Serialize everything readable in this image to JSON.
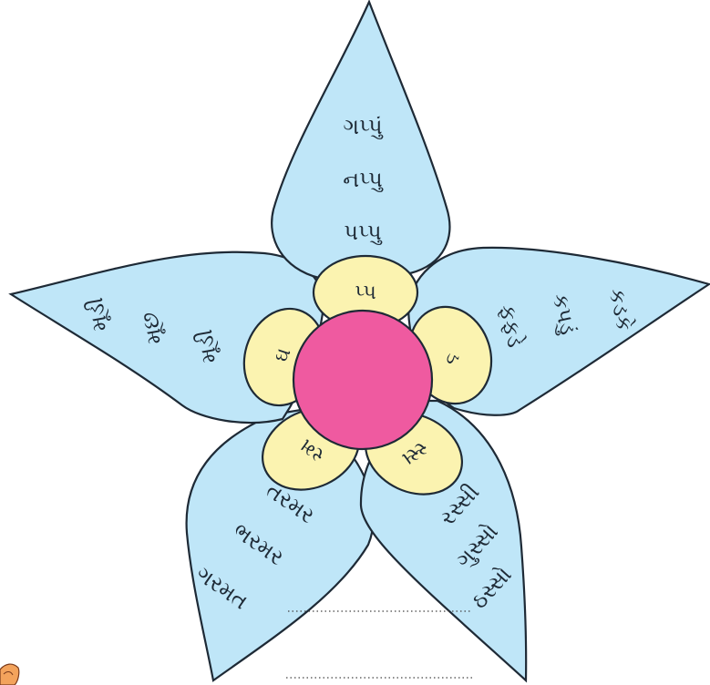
{
  "petals": [
    {
      "id": "top",
      "words": [
        "ગપ્પું",
        "નપ્પુ",
        "પપ્પુ"
      ]
    },
    {
      "id": "right",
      "words": [
        "ફફડે",
        "કપડું",
        "કડકે"
      ]
    },
    {
      "id": "bottom-right",
      "words": [
        "રસ્સી",
        "ગુસ્સો",
        "ઠસ્સો"
      ]
    },
    {
      "id": "bottom-left",
      "words": [
        "તરમર",
        "ભરમર",
        "ગરમત"
      ]
    },
    {
      "id": "left",
      "words": [
        "મૂડી",
        "મૂછ",
        "મૂડી"
      ]
    }
  ],
  "center_syllables": [
    "પ્પ",
    "ડ",
    "સ્સ",
    "રમ",
    "ઘ"
  ],
  "colors": {
    "petal_fill": "#bfe6f8",
    "inner_petal_fill": "#fbf3b0",
    "center_fill": "#ef5aa0",
    "outline": "#1e2a36"
  }
}
